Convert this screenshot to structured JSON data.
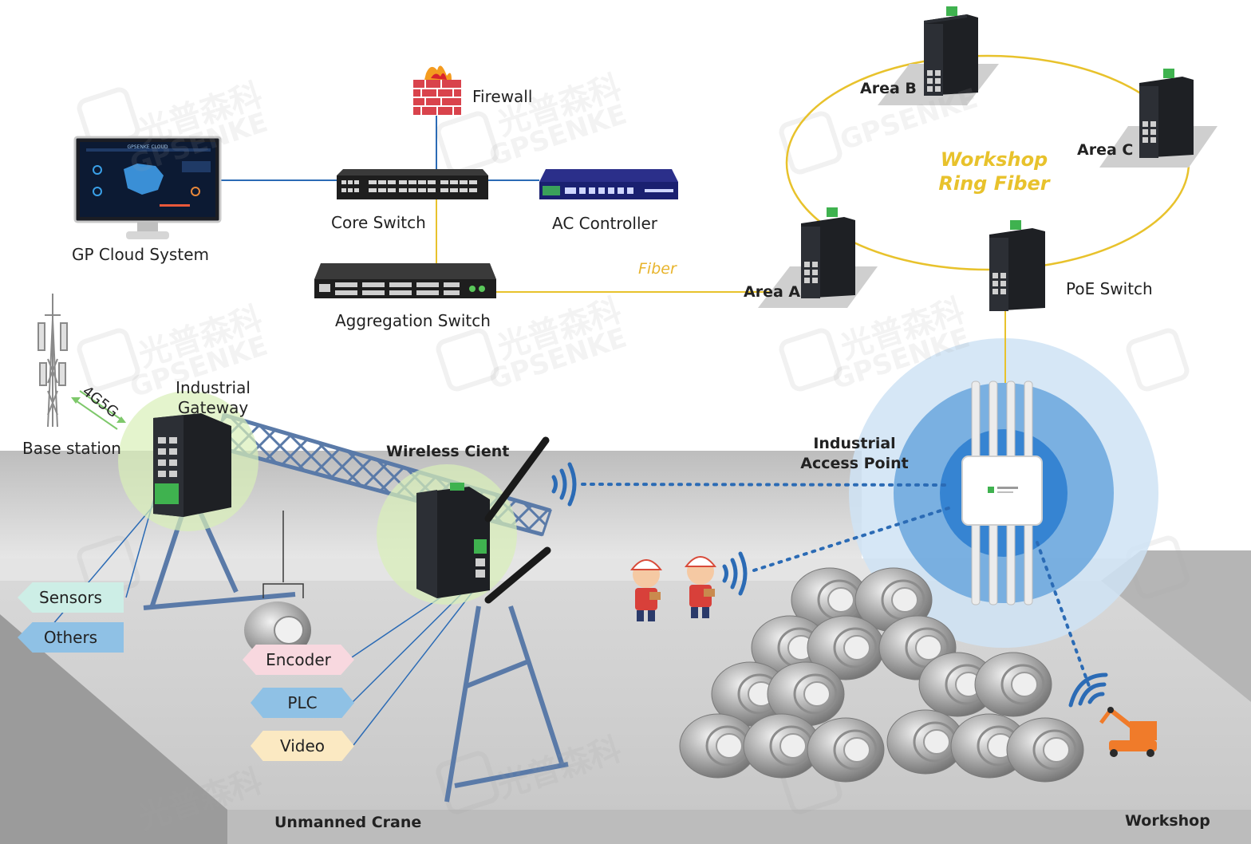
{
  "labels": {
    "firewall": "Firewall",
    "core_switch": "Core Switch",
    "ac_controller": "AC Controller",
    "gp_cloud": "GP Cloud System",
    "aggregation_switch": "Aggregation Switch",
    "fiber": "Fiber",
    "area_a": "Area A",
    "area_b": "Area B",
    "area_c": "Area C",
    "poe_switch": "PoE Switch",
    "ring_line1": "Workshop",
    "ring_line2": "Ring Fiber",
    "base_station": "Base station",
    "band": "4G5G",
    "gateway_line1": "Industrial",
    "gateway_line2": "Gateway",
    "wireless_client": "Wireless Cient",
    "ap_line1": "Industrial",
    "ap_line2": "Access Point",
    "unmanned_crane": "Unmanned Crane",
    "workshop": "Workshop"
  },
  "tags": {
    "sensors": "Sensors",
    "others": "Others",
    "encoder": "Encoder",
    "plc": "PLC",
    "video": "Video"
  },
  "cloud_screen_title": "GPSENKE CLOUD",
  "watermark": {
    "cn": "光普森科",
    "en": "GPSENKE"
  },
  "colors": {
    "fiber_yellow": "#e8c22c",
    "network_blue": "#2b6bb5",
    "crane_steel": "#5a7aa8",
    "firewall_red": "#d9434c",
    "floor_gray": "#d4d4d4",
    "coverage_blue": "#4a8fd6",
    "sensors_tag": "#cdeee6",
    "others_tag": "#8fc1e5",
    "encoder_tag": "#f8d8df",
    "plc_tag": "#8fc1e5",
    "video_tag": "#fbe9c2"
  },
  "icons": [
    "firewall-icon",
    "cloud-monitor-icon",
    "core-switch-icon",
    "ac-controller-icon",
    "aggregation-switch-icon",
    "ring-switch-icon",
    "base-station-tower-icon",
    "industrial-gateway-icon",
    "wireless-client-icon",
    "access-point-icon",
    "worker-icon",
    "steel-coil-icon",
    "robot-arm-icon",
    "wifi-signal-icon"
  ]
}
